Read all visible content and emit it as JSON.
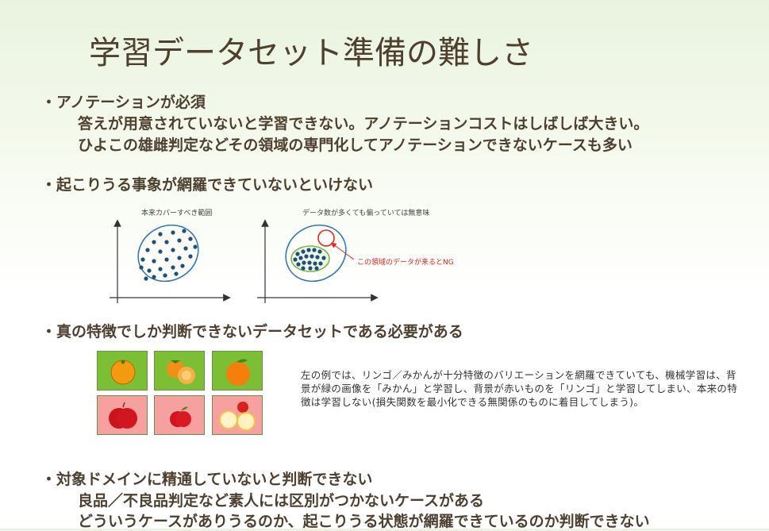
{
  "title": "学習データセット準備の難しさ",
  "sections": [
    {
      "heading": "・アノテーションが必須",
      "lines": [
        "答えが用意されていないと学習できない。アノテーションコストはしばしば大きい。",
        "ひよこの雄雌判定などその領域の専門化してアノテーションできないケースも多い"
      ]
    },
    {
      "heading": "・起こりうる事象が網羅できていないといけない"
    },
    {
      "heading": "・真の特徴でしか判断できないデータセットである必要がある"
    },
    {
      "heading": "・対象ドメインに精通していないと判断できない",
      "lines": [
        "良品／不良品判定など素人には区別がつかないケースがある",
        "どういうケースがありうるのか、起こりうる状態が網羅できているのか判断できない"
      ]
    }
  ],
  "diagram": {
    "left_label": "本来カバーすべき範囲",
    "right_label": "データ数が多くても偏っていては無意味",
    "ng_label": "この領域のデータが来るとNG",
    "colors": {
      "ellipse": "#2e75b6",
      "dots": "#1f4e79",
      "ng": "#e8261c",
      "data_region": "#7ab648"
    }
  },
  "fruits": {
    "tiles": [
      {
        "fruit": "mandarin",
        "bg": "green"
      },
      {
        "fruit": "mandarin-pair",
        "bg": "green"
      },
      {
        "fruit": "orange",
        "bg": "green"
      },
      {
        "fruit": "apple",
        "bg": "red"
      },
      {
        "fruit": "apple-small",
        "bg": "red"
      },
      {
        "fruit": "grapefruit-slices",
        "bg": "red"
      }
    ],
    "explanation": "左の例では、リンゴ／みかんが十分特徴のバリエーションを網羅できていても、機械学習は、背景が緑の画像を「みかん」と学習し、背景が赤いものを「リンゴ」と学習してしまい、本来の特徴は学習しない(損失関数を最小化できる無関係のものに着目してしまう)。"
  }
}
